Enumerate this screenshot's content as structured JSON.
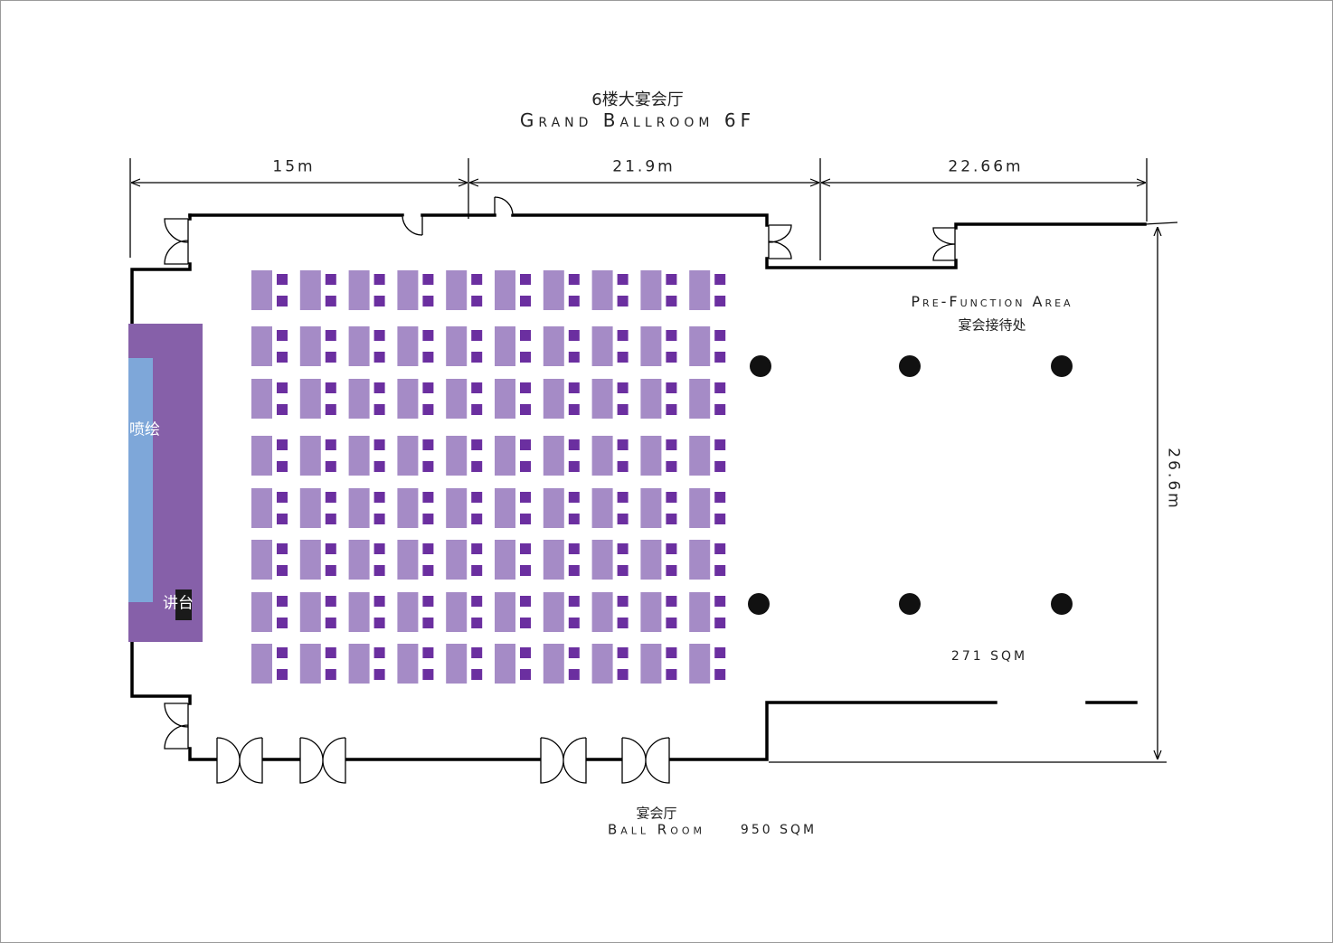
{
  "title": {
    "cn": "6楼大宴会厅",
    "en": "Grand Ballroom 6F"
  },
  "dimensions": {
    "width_1": "15m",
    "width_2": "21.9m",
    "width_3": "22.66m",
    "depth": "26.6m"
  },
  "pre_function": {
    "name_en": "Pre-Function Area",
    "name_cn": "宴会接待处",
    "area": "271 SQM"
  },
  "stage": {
    "backdrop_label": "喷绘",
    "podium_label": "讲台"
  },
  "ballroom": {
    "name_cn": "宴会厅",
    "name_en": "Ball Room",
    "area": "950 SQM"
  },
  "seating": {
    "rows": 8,
    "columns": 10
  },
  "colors": {
    "table": "#a58bc6",
    "chair": "#6b2fa0",
    "stage": "#8660a9",
    "backdrop": "#7ea7d9",
    "podium": "#1a1a1a",
    "pillar": "#111111"
  }
}
